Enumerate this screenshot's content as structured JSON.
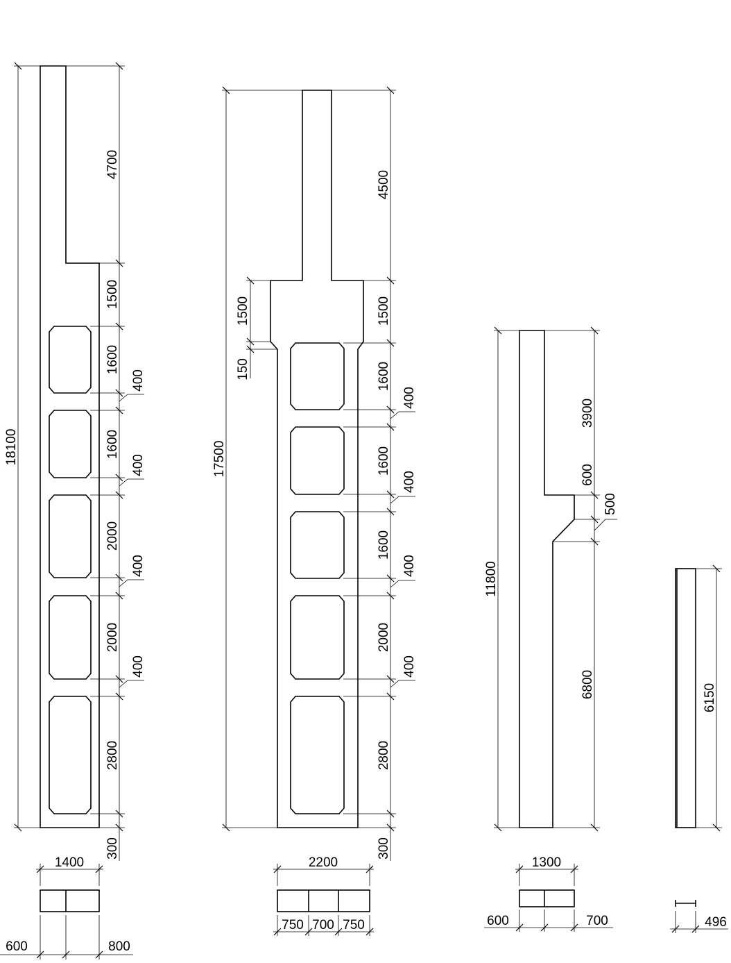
{
  "colors": {
    "line": "#000000",
    "background": "#ffffff"
  },
  "elements": [
    {
      "id": "column-a",
      "height_label": "18100",
      "segment_labels": [
        "4700",
        "1500",
        "1600",
        "400",
        "1600",
        "400",
        "2000",
        "400",
        "2000",
        "400",
        "2800",
        "300"
      ],
      "width_label": "1400",
      "section_labels": [
        "600",
        "800"
      ]
    },
    {
      "id": "column-b",
      "height_label": "17500",
      "left_labels": [
        "1500",
        "150"
      ],
      "segment_labels": [
        "4500",
        "1500",
        "1600",
        "400",
        "1600",
        "400",
        "1600",
        "400",
        "2000",
        "400",
        "2800",
        "300"
      ],
      "width_label": "2200",
      "section_labels": [
        "750",
        "700",
        "750"
      ]
    },
    {
      "id": "column-c",
      "height_label": "11800",
      "segment_labels": [
        "3900",
        "600",
        "500",
        "6800"
      ],
      "width_label": "1300",
      "section_labels": [
        "600",
        "700"
      ]
    },
    {
      "id": "column-d",
      "segment_labels": [
        "6150"
      ],
      "section_labels": [
        "496"
      ]
    }
  ]
}
